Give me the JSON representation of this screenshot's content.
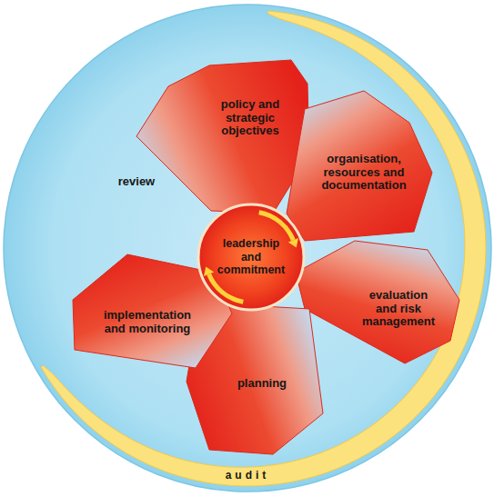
{
  "diagram": {
    "nodes": [
      {
        "text": [
          "policy and strategic objectives"
        ]
      },
      {
        "text": [
          "organisation, resources and documentation"
        ]
      },
      {
        "text": [
          "leadership and commitment"
        ]
      },
      {
        "text": [
          "evaluation and risk management"
        ]
      },
      {
        "text": [
          "implementation and monitoring"
        ]
      },
      {
        "text": [
          "planning"
        ]
      },
      {
        "text": [
          "audit"
        ]
      }
    ],
    "labels": [
      "review"
    ]
  }
}
